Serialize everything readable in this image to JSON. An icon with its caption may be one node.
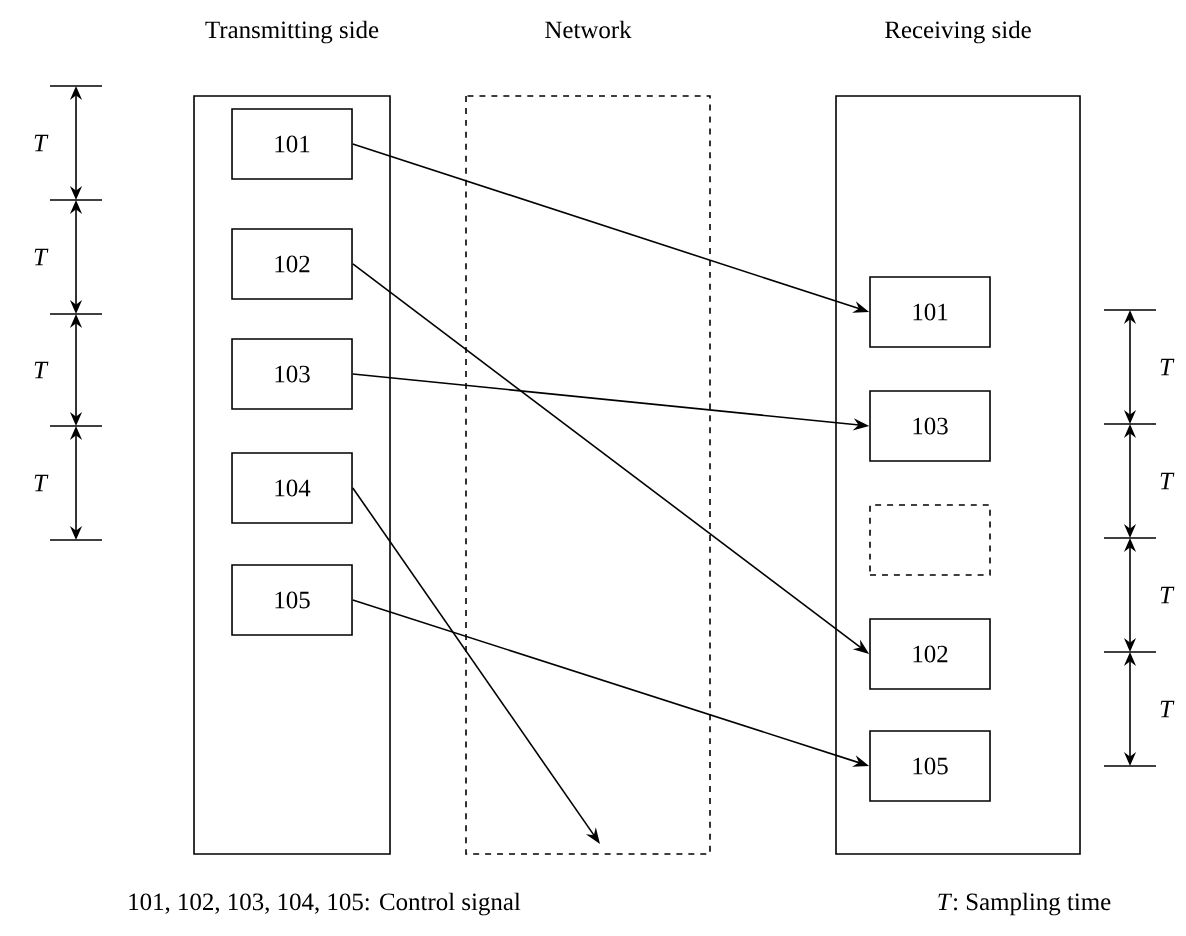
{
  "diagram": {
    "nodes": [
      {
        "text": [
          "Transmitting side"
        ]
      },
      {
        "text": [
          "101"
        ],
        "in": 0
      },
      {
        "text": [
          "102"
        ],
        "in": 0
      },
      {
        "text": [
          "103"
        ],
        "in": 0
      },
      {
        "text": [
          "104"
        ],
        "in": 0
      },
      {
        "text": [
          "105"
        ],
        "in": 0
      },
      {
        "text": [
          "Network"
        ]
      },
      {
        "text": [
          "Receiving side"
        ]
      },
      {
        "text": [
          "101"
        ],
        "in": 7
      },
      {
        "text": [
          "103"
        ],
        "in": 7
      },
      {
        "text": [],
        "shape": "box",
        "in": 7
      },
      {
        "text": [
          "102"
        ],
        "in": 7
      },
      {
        "text": [
          "105"
        ],
        "in": 7
      }
    ],
    "edges": [
      {
        "from": 1,
        "to": 8,
        "arrow": "to"
      },
      {
        "from": 2,
        "to": 11,
        "arrow": "to"
      },
      {
        "from": 3,
        "to": 9,
        "arrow": "to"
      },
      {
        "from": 4,
        "to": null,
        "arrow": "to"
      },
      {
        "from": 5,
        "to": 12,
        "arrow": "to"
      }
    ],
    "labels": [
      "T",
      "T",
      "T",
      "T",
      "T",
      "T",
      "T",
      "T",
      "101, 102, 103, 104, 105: Control signal",
      "*T*: Sampling time"
    ]
  }
}
